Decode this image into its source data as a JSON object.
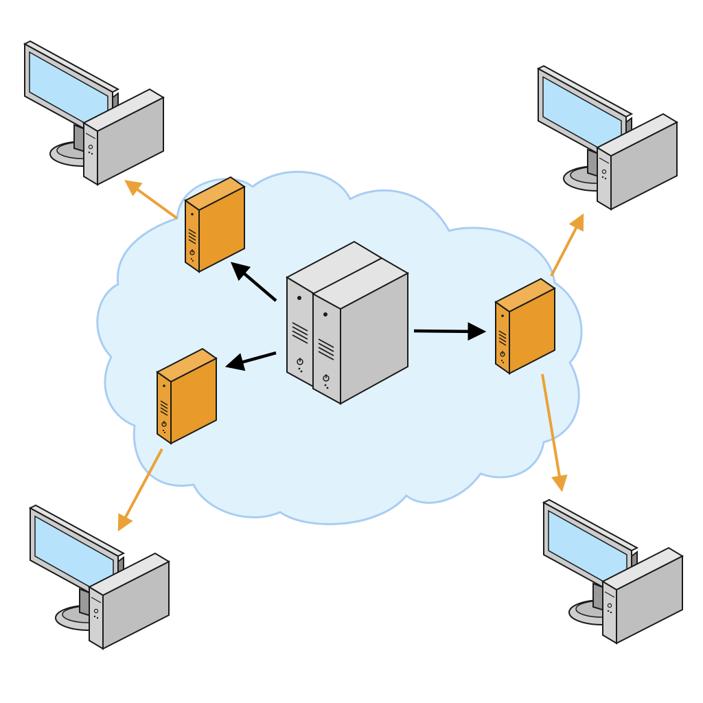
{
  "diagram": {
    "type": "network-topology",
    "cloud": {
      "icon": "cloud-icon",
      "fill": "#e0f3fc",
      "stroke": "#a9cdf3"
    },
    "main_server": {
      "icon": "server-rack-icon",
      "fill": "#cfcfcf"
    },
    "edge_servers": [
      {
        "id": "edge-server-top-left",
        "icon": "edge-server-icon",
        "fill": "#eaa238"
      },
      {
        "id": "edge-server-bottom-left",
        "icon": "edge-server-icon",
        "fill": "#eaa238"
      },
      {
        "id": "edge-server-right",
        "icon": "edge-server-icon",
        "fill": "#eaa238"
      }
    ],
    "clients": [
      {
        "id": "client-top-left",
        "icon": "desktop-computer-icon"
      },
      {
        "id": "client-top-right",
        "icon": "desktop-computer-icon"
      },
      {
        "id": "client-bottom-left",
        "icon": "desktop-computer-icon"
      },
      {
        "id": "client-bottom-right",
        "icon": "desktop-computer-icon"
      }
    ],
    "links": [
      {
        "from": "main-server",
        "to": "edge-server-top-left",
        "color": "#000000"
      },
      {
        "from": "main-server",
        "to": "edge-server-bottom-left",
        "color": "#000000"
      },
      {
        "from": "main-server",
        "to": "edge-server-right",
        "color": "#000000"
      },
      {
        "from": "edge-server-top-left",
        "to": "client-top-left",
        "color": "#eaa238"
      },
      {
        "from": "edge-server-bottom-left",
        "to": "client-bottom-left",
        "color": "#eaa238"
      },
      {
        "from": "edge-server-right",
        "to": "client-top-right",
        "color": "#eaa238"
      },
      {
        "from": "edge-server-right",
        "to": "client-bottom-right",
        "color": "#eaa238"
      }
    ],
    "colors": {
      "screen": "#b6e3fb",
      "monitor_frame": "#cccccc",
      "device_outline": "#1a1a1a"
    }
  }
}
